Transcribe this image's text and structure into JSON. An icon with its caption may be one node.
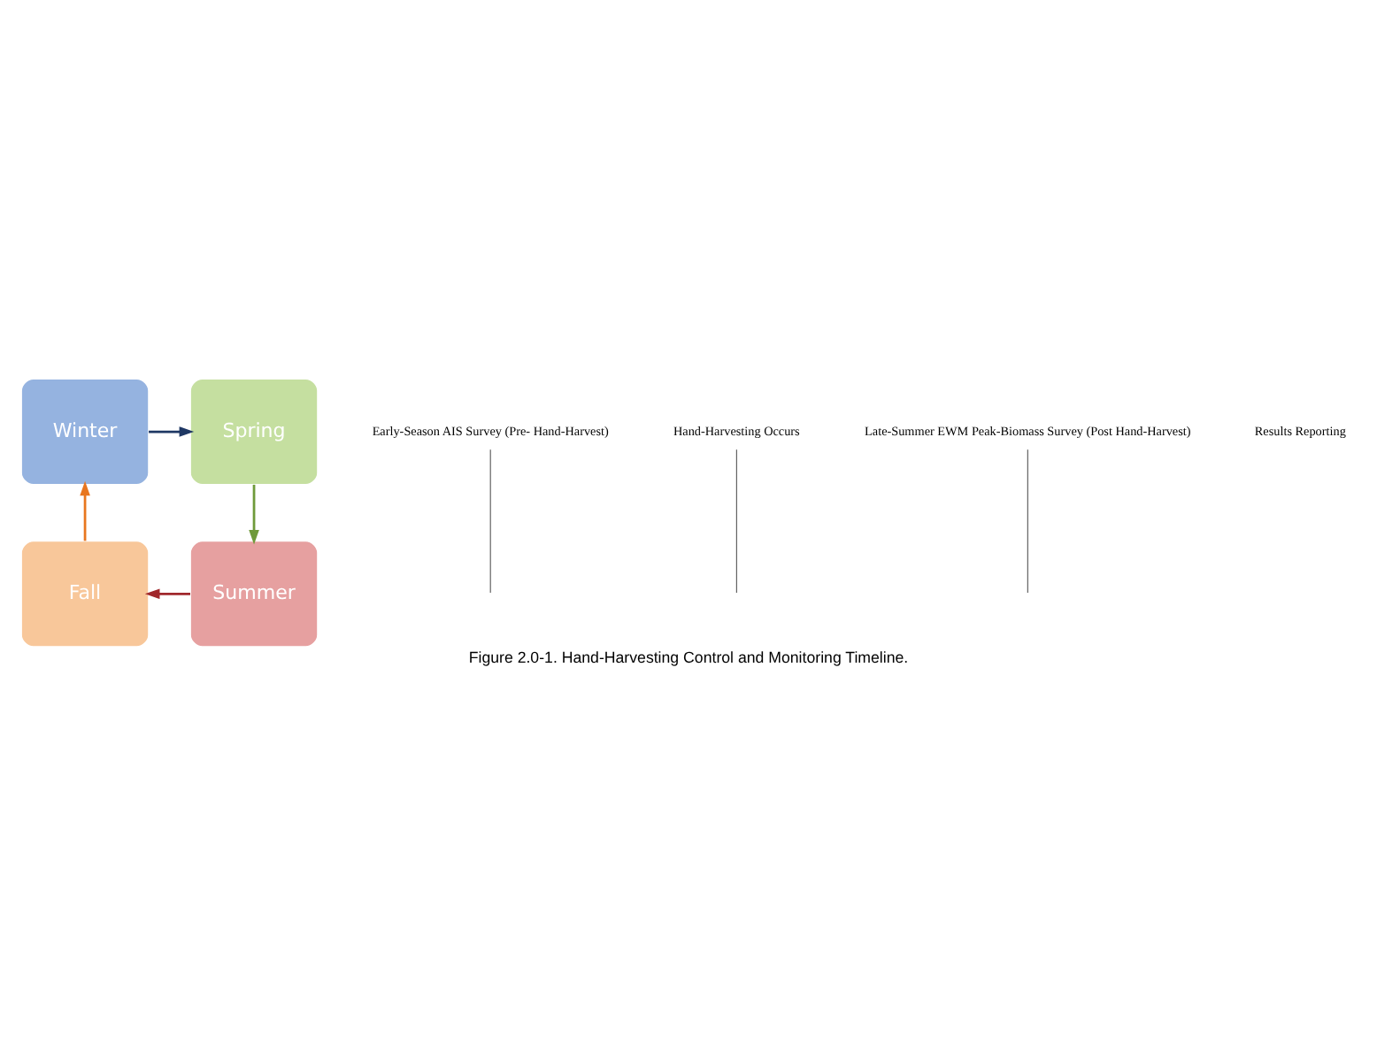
{
  "diagram": {
    "caption": "Figure 2.0-1. Hand-Harvesting Control and Monitoring Timeline.",
    "nodes": [
      {
        "text": [
          "Winter"
        ]
      },
      {
        "text": [
          "Spring"
        ]
      },
      {
        "text": [
          "Fall"
        ]
      },
      {
        "text": [
          "Summer"
        ]
      },
      {
        "text": [
          "Early-Season AIS Survey (Pre- Hand-Harvest)"
        ]
      },
      {
        "text": [
          "Hand-Harvesting Occurs"
        ]
      },
      {
        "text": [
          "Late-Summer EWM Peak-Biomass Survey (Post Hand-Harvest)"
        ]
      }
    ],
    "edges": [
      {
        "from": 0,
        "to": 1,
        "arrow": "to",
        "color": "#1f3864"
      },
      {
        "from": 1,
        "to": 3,
        "arrow": "to",
        "color": "#6f9a3a"
      },
      {
        "from": 3,
        "to": 2,
        "arrow": "to",
        "color": "#a0282c"
      },
      {
        "from": 2,
        "to": 0,
        "arrow": "to",
        "color": "#e8761f"
      },
      {
        "from": 4,
        "to": null,
        "arrow": "none"
      },
      {
        "from": 5,
        "to": null,
        "arrow": "none"
      },
      {
        "from": 6,
        "to": null,
        "arrow": "none"
      }
    ],
    "labels": [
      "Results Reporting"
    ]
  }
}
